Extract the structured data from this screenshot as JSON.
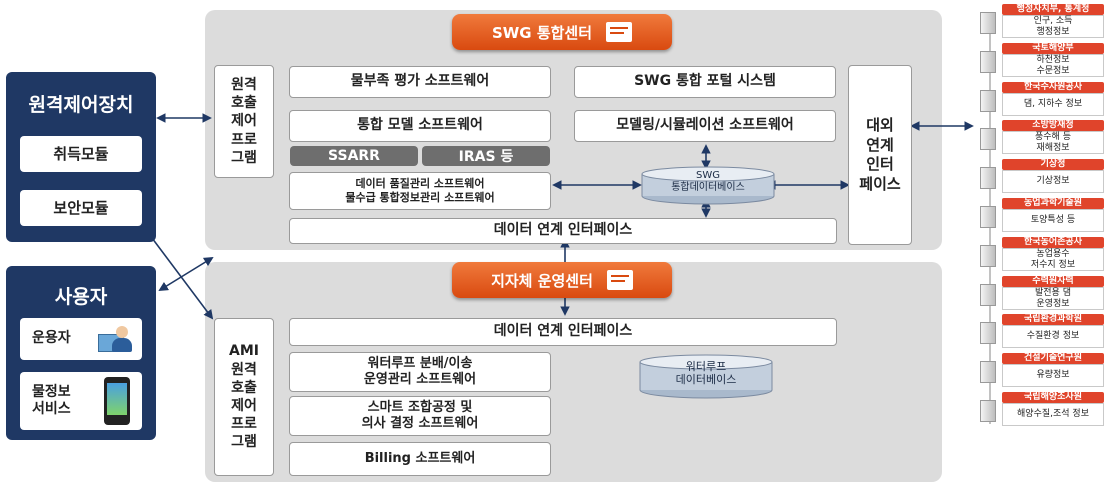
{
  "swg_center": {
    "title": "SWG 통합센터",
    "remote_call_program": "원격\n호출\n제어\n프로\n그램",
    "water_shortage_sw": "물부족 평가 소프트웨어",
    "integrated_model_sw": "통합 모델 소프트웨어",
    "ssarr": "SSARR",
    "iras": "IRAS 등",
    "quality_sw": "데이터 품질관리 소프트웨어\n물수급 통합정보관리 소프트웨어",
    "portal_system": "SWG 통합 포털 시스템",
    "modeling_sw": "모델링/시뮬레이션 소프트웨어",
    "database": "SWG\n통합데이터베이스",
    "data_interface": "데이터 연계 인터페이스",
    "external_interface": "대외\n연계\n인터\n페이스"
  },
  "local_center": {
    "title": "지자체 운영센터",
    "ami_program": "AMI\n원격\n호출\n제어\n프로\n그램",
    "data_interface": "데이터 연계 인터페이스",
    "waterloop_sw": "워터루프 분배/이송\n운영관리 소프트웨어",
    "smart_sw": "스마트 조합공정 및\n의사 결정 소프트웨어",
    "billing_sw": "Billing 소프트웨어",
    "database": "워터루프\n데이터베이스"
  },
  "remote_device": {
    "title": "원격제어장치",
    "module1": "취득모듈",
    "module2": "보안모듈"
  },
  "user": {
    "title": "사용자",
    "operator": "운용자",
    "water_info": "물정보\n서비스"
  },
  "orgs": [
    {
      "name": "행정자치부, 통계청",
      "info": "인구, 소득\n행정정보"
    },
    {
      "name": "국토해양부",
      "info": "하천정보\n수문정보"
    },
    {
      "name": "한국수자원공사",
      "info": "댐, 지하수 정보"
    },
    {
      "name": "소방방재청",
      "info": "풍수해 등\n재해정보"
    },
    {
      "name": "기상청",
      "info": "기상정보"
    },
    {
      "name": "농업과학기술원",
      "info": "토양특성 등"
    },
    {
      "name": "한국농어촌공사",
      "info": "농업용수\n저수지 정보"
    },
    {
      "name": "수력원자력",
      "info": "발전용 댐\n운영정보"
    },
    {
      "name": "국립환경과학원",
      "info": "수질환경 정보"
    },
    {
      "name": "건설기술연구원",
      "info": "유량정보"
    },
    {
      "name": "국립해양조사원",
      "info": "해양수질,조석 정보"
    }
  ],
  "colors": {
    "accent_orange": "#e2561b",
    "navy": "#1f3864",
    "org_red": "#e0442b",
    "panel_gray": "#dcdcdc"
  }
}
